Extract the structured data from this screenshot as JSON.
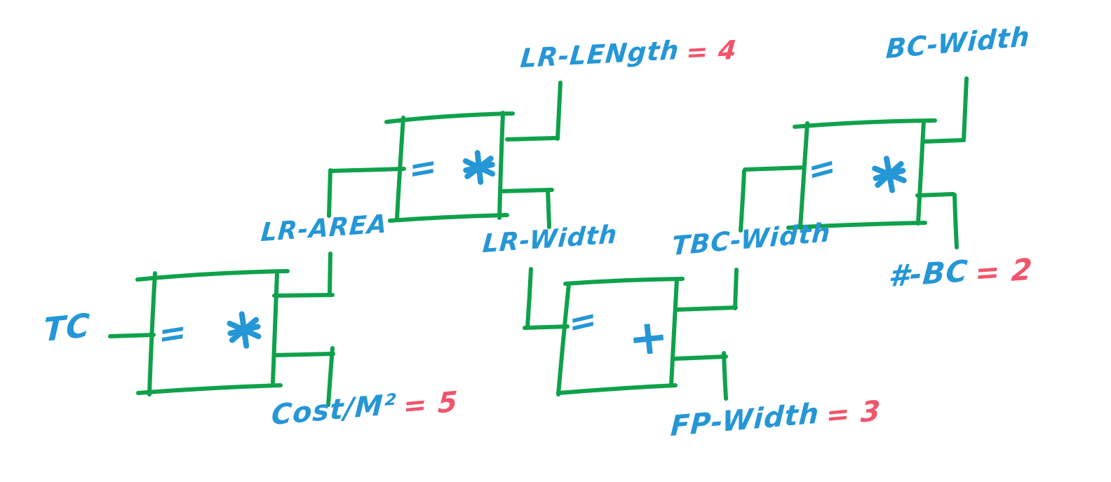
{
  "diagram_type": "hand-drawn constraint network sketch",
  "colors": {
    "wire_green": "#0FA14C",
    "label_blue": "#2596D6",
    "value_red": "#F0556A",
    "background": "#FFFFFF"
  },
  "boxes": [
    {
      "id": "tc-box",
      "eq": "=",
      "op": "*",
      "op_name": "multiply-constraint"
    },
    {
      "id": "lr-area-box",
      "eq": "=",
      "op": "*",
      "op_name": "multiply-constraint"
    },
    {
      "id": "tbc-sum-box",
      "eq": "=",
      "op": "+",
      "op_name": "add-constraint"
    },
    {
      "id": "bc-box",
      "eq": "=",
      "op": "*",
      "op_name": "multiply-constraint"
    }
  ],
  "labels": {
    "tc": {
      "text": "TC"
    },
    "lr_area": {
      "text": "LR-AREA"
    },
    "lr_length": {
      "text": "LR-LENgth",
      "value": "= 4"
    },
    "bc_width": {
      "text": "BC-Width"
    },
    "lr_width": {
      "text": "LR-Width"
    },
    "tbc_width": {
      "text": "TBC-Width"
    },
    "num_bc": {
      "text": "#-BC",
      "value": "= 2"
    },
    "fp_width": {
      "text": "FP-Width",
      "value": "= 3"
    },
    "cost_m2": {
      "text": "Cost/M²",
      "value": "= 5"
    }
  }
}
